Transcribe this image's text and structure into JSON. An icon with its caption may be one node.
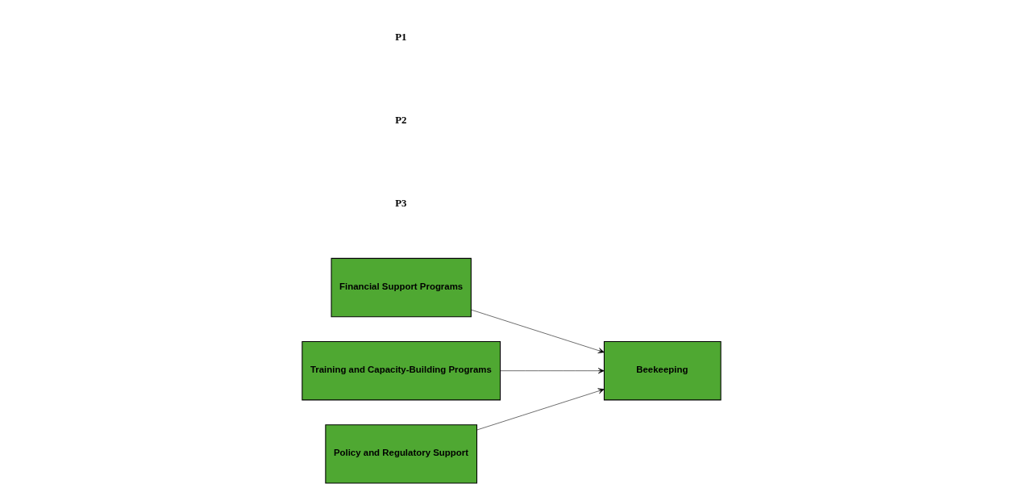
{
  "diagram": {
    "nodes": [
      {
        "text": [
          "Financial Support Programs"
        ]
      },
      {
        "text": [
          "Training and Capacity-Building Programs"
        ]
      },
      {
        "text": [
          "Policy and Regulatory Support"
        ]
      },
      {
        "text": [
          "Beekeeping"
        ]
      }
    ],
    "edges": [
      {
        "from": 0,
        "to": 3,
        "arrow": "to"
      },
      {
        "from": 1,
        "to": 3,
        "arrow": "to"
      },
      {
        "from": 2,
        "to": 3,
        "arrow": "to"
      }
    ],
    "labels": [
      "P1",
      "P2",
      "P3"
    ]
  }
}
